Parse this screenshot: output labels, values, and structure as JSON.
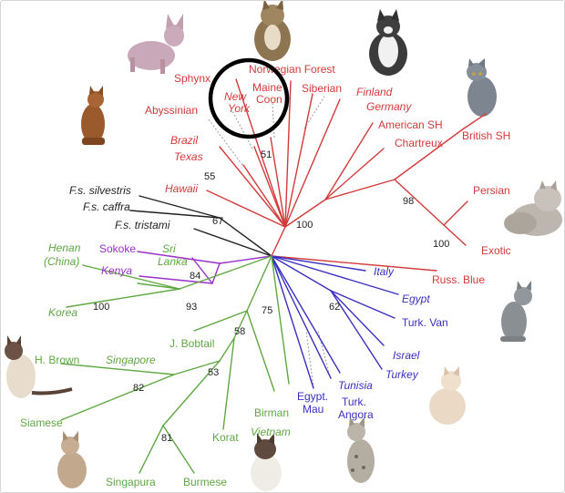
{
  "colors": {
    "red": "#d33a3a",
    "green": "#5fa843",
    "purple": "#9b2fc9",
    "blue": "#3a30c0",
    "black": "#222222",
    "dotted": "#9a9a9a"
  },
  "labels": {
    "sphynx": "Sphynx",
    "norwegian_forest": "Norwegian Forest",
    "maine": "Maine",
    "coon": "Coon",
    "siberian": "Siberian",
    "finland": "Finland",
    "germany": "Germany",
    "new": "New",
    "york": "York",
    "abyssinian": "Abyssinian",
    "american_sh": "American SH",
    "british_sh": "British SH",
    "chartreux": "Chartreux",
    "brazil": "Brazil",
    "texas": "Texas",
    "hawaii": "Hawaii",
    "persian": "Persian",
    "exotic": "Exotic",
    "russ_blue": "Russ. Blue",
    "fs_silvestris": "F.s. silvestris",
    "fs_caffra": "F.s. caffra",
    "fs_tristami": "F.s. tristami",
    "henan": "Henan",
    "china": "(China)",
    "sokoke": "Sokoke",
    "sri": "Sri",
    "lanka": "Lanka",
    "kenya": "Kenya",
    "korea": "Korea",
    "italy": "Italy",
    "egypt": "Egypt",
    "turk_van": "Turk. Van",
    "israel": "Israel",
    "turkey": "Turkey",
    "tunisia": "Tunisia",
    "turk": "Turk.",
    "angora": "Angora",
    "egypt_mau_1": "Egypt.",
    "egypt_mau_2": "Mau",
    "birman": "Birman",
    "vietnam": "Vietnam",
    "j_bobtail": "J. Bobtail",
    "singapore": "Singapore",
    "h_brown": "H. Brown",
    "siamese": "Siamese",
    "korat": "Korat",
    "singapura": "Singapura",
    "burmese": "Burmese"
  },
  "bootstrap": {
    "b51": "51",
    "b55": "55",
    "b67": "67",
    "b98": "98",
    "b100a": "100",
    "b100b": "100",
    "b84": "84",
    "b100c": "100",
    "b93": "93",
    "b62": "62",
    "b75": "75",
    "b58": "58",
    "b53": "53",
    "b82": "82",
    "b81": "81"
  },
  "photos": [
    "sphynx-cat-photo",
    "maine-coon-cat-photo",
    "norwegian-forest-cat-photo",
    "abyssinian-cat-photo",
    "chartreux-cat-photo",
    "persian-cat-photo",
    "russian-blue-cat-photo",
    "siamese-cat-photo",
    "turkish-angora-cat-photo",
    "singapura-cat-photo",
    "birman-cat-photo",
    "egyptian-mau-cat-photo"
  ]
}
